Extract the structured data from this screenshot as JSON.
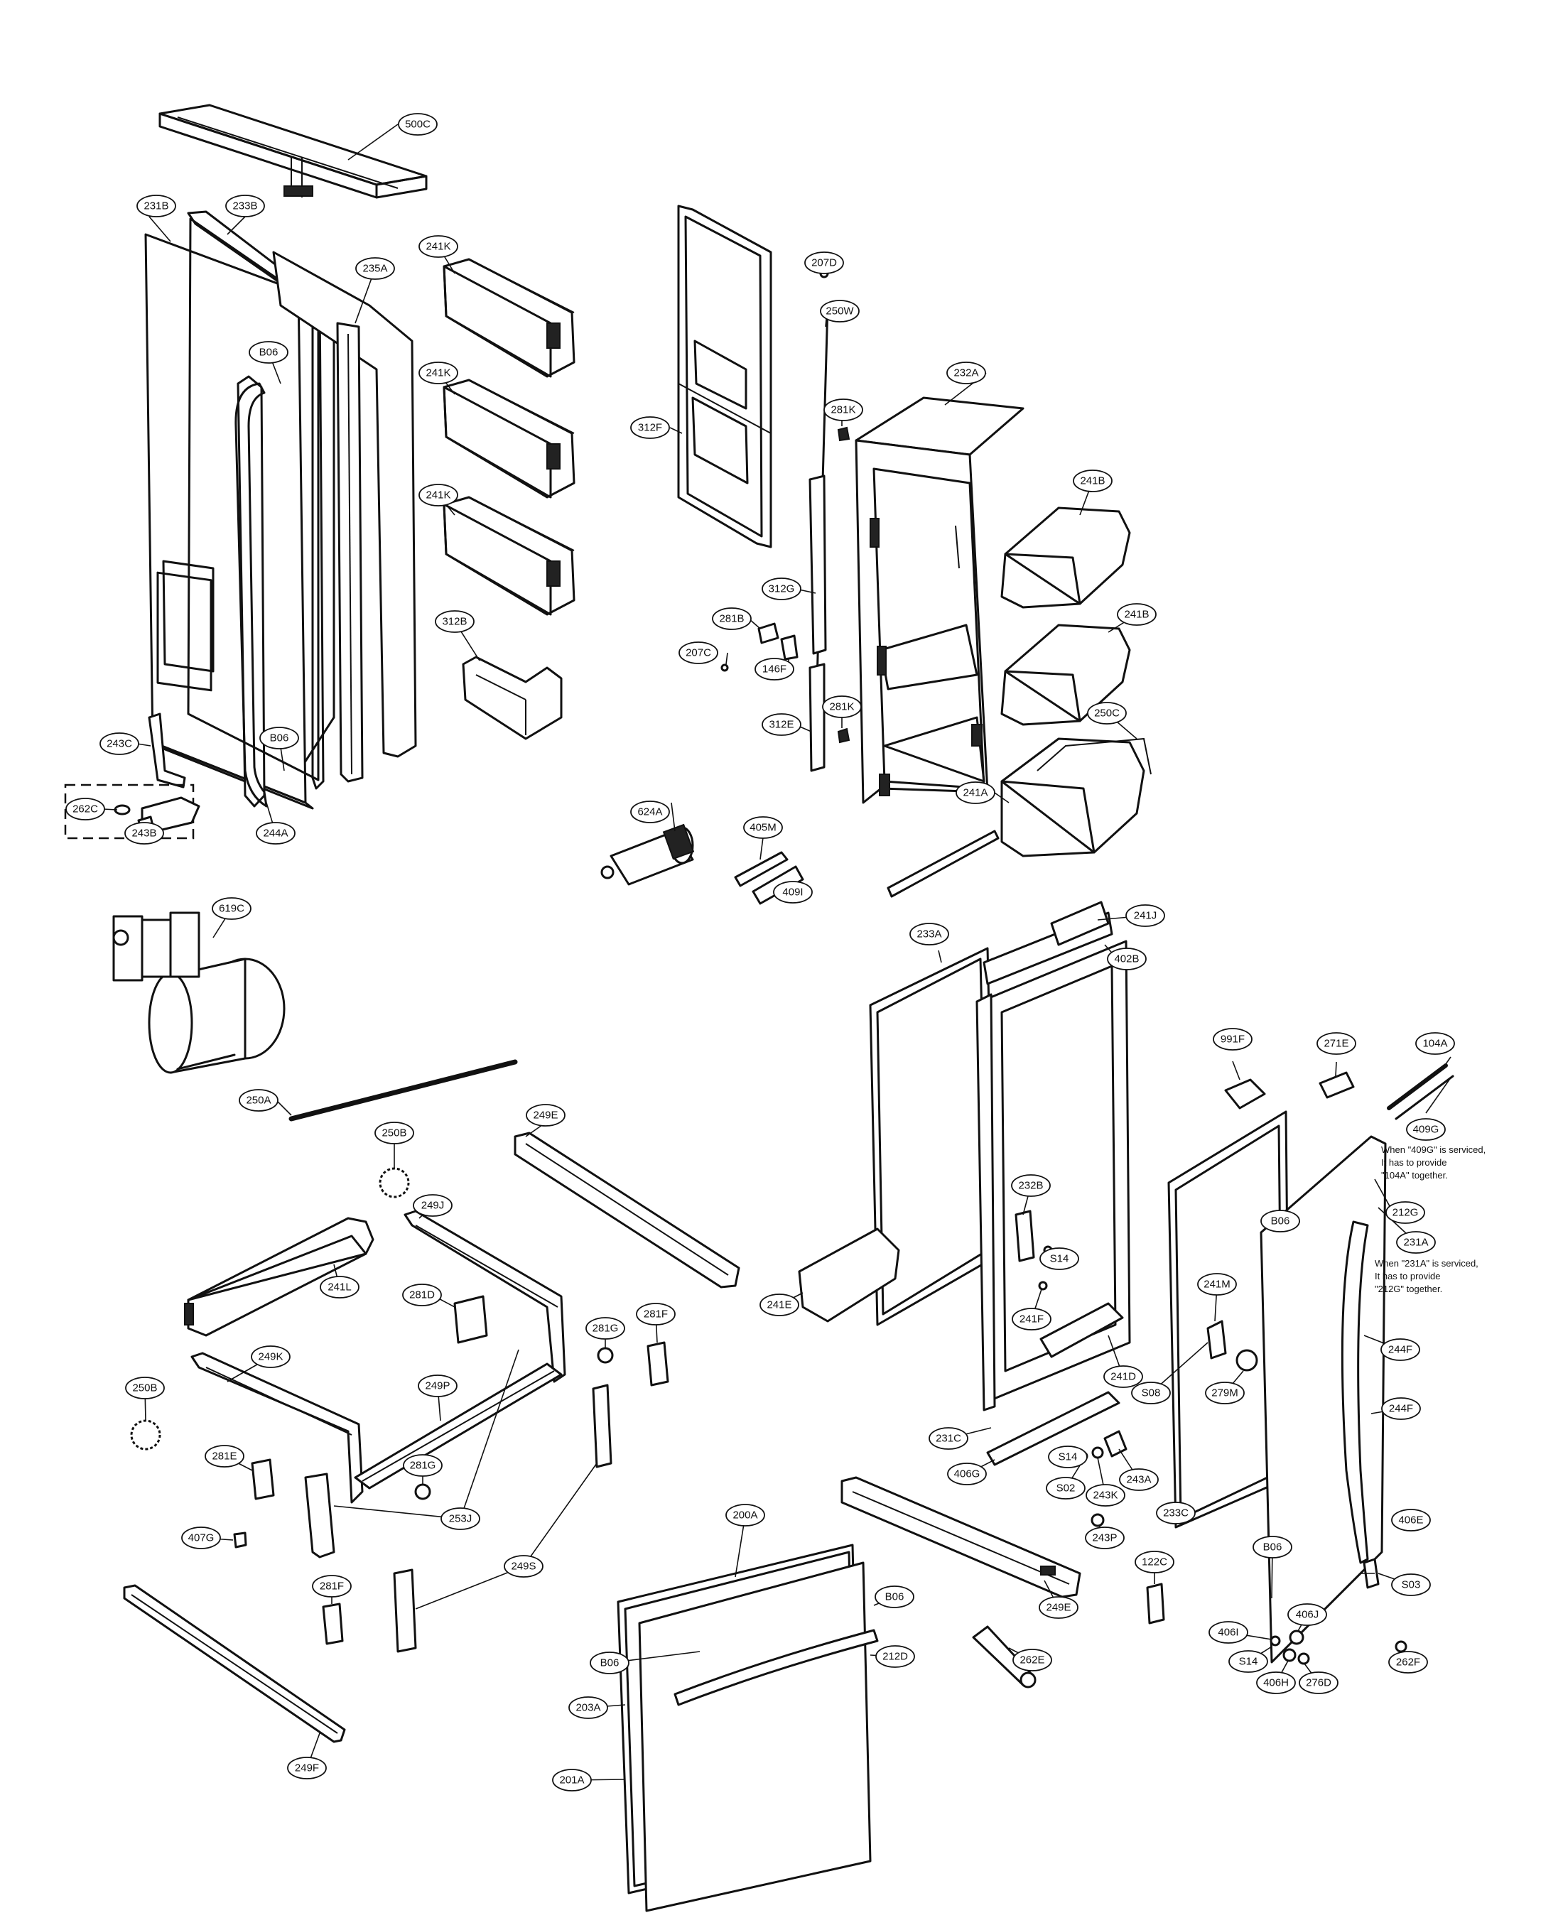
{
  "diagram": {
    "callouts": [
      {
        "id": "500C"
      },
      {
        "id": "231B"
      },
      {
        "id": "233B"
      },
      {
        "id": "235A"
      },
      {
        "id": "241K_1",
        "label": "241K"
      },
      {
        "id": "241K_2",
        "label": "241K"
      },
      {
        "id": "241K_3",
        "label": "241K"
      },
      {
        "id": "B06_1",
        "label": "B06"
      },
      {
        "id": "B06_2",
        "label": "B06"
      },
      {
        "id": "312B"
      },
      {
        "id": "243C"
      },
      {
        "id": "262C"
      },
      {
        "id": "243B"
      },
      {
        "id": "244A"
      },
      {
        "id": "207D"
      },
      {
        "id": "250W"
      },
      {
        "id": "232A"
      },
      {
        "id": "281K_1",
        "label": "281K"
      },
      {
        "id": "312F"
      },
      {
        "id": "241B_1",
        "label": "241B"
      },
      {
        "id": "241B_2",
        "label": "241B"
      },
      {
        "id": "312G"
      },
      {
        "id": "281B"
      },
      {
        "id": "207C"
      },
      {
        "id": "146F"
      },
      {
        "id": "281K_2",
        "label": "281K"
      },
      {
        "id": "312E"
      },
      {
        "id": "250C"
      },
      {
        "id": "241A"
      },
      {
        "id": "624A"
      },
      {
        "id": "405M"
      },
      {
        "id": "409I"
      },
      {
        "id": "619C"
      },
      {
        "id": "233A"
      },
      {
        "id": "241J"
      },
      {
        "id": "402B"
      },
      {
        "id": "991F"
      },
      {
        "id": "271E"
      },
      {
        "id": "104A"
      },
      {
        "id": "409G"
      },
      {
        "id": "250A"
      },
      {
        "id": "249E_1",
        "label": "249E"
      },
      {
        "id": "250B_1",
        "label": "250B"
      },
      {
        "id": "212G"
      },
      {
        "id": "B06_3",
        "label": "B06"
      },
      {
        "id": "231A"
      },
      {
        "id": "249J"
      },
      {
        "id": "232B"
      },
      {
        "id": "S14_1",
        "label": "S14"
      },
      {
        "id": "241M"
      },
      {
        "id": "241L"
      },
      {
        "id": "281D"
      },
      {
        "id": "241E"
      },
      {
        "id": "241F"
      },
      {
        "id": "281G_1",
        "label": "281G"
      },
      {
        "id": "281F_1",
        "label": "281F"
      },
      {
        "id": "249K"
      },
      {
        "id": "249P"
      },
      {
        "id": "250B_2",
        "label": "250B"
      },
      {
        "id": "241D"
      },
      {
        "id": "S08"
      },
      {
        "id": "279M"
      },
      {
        "id": "244F_1",
        "label": "244F"
      },
      {
        "id": "244F_2",
        "label": "244F"
      },
      {
        "id": "231C"
      },
      {
        "id": "406G"
      },
      {
        "id": "S14_2",
        "label": "S14"
      },
      {
        "id": "S02"
      },
      {
        "id": "243K"
      },
      {
        "id": "243A"
      },
      {
        "id": "233C"
      },
      {
        "id": "281E"
      },
      {
        "id": "281G_2",
        "label": "281G"
      },
      {
        "id": "253J"
      },
      {
        "id": "407G"
      },
      {
        "id": "249S"
      },
      {
        "id": "B06_4",
        "label": "B06"
      },
      {
        "id": "406E"
      },
      {
        "id": "243P"
      },
      {
        "id": "200A"
      },
      {
        "id": "B06_5",
        "label": "B06"
      },
      {
        "id": "122C"
      },
      {
        "id": "S03"
      },
      {
        "id": "281F_2",
        "label": "281F"
      },
      {
        "id": "249E_2",
        "label": "249E"
      },
      {
        "id": "406J"
      },
      {
        "id": "406I"
      },
      {
        "id": "B06_6",
        "label": "B06"
      },
      {
        "id": "212D"
      },
      {
        "id": "262E"
      },
      {
        "id": "S14_3",
        "label": "S14"
      },
      {
        "id": "262F"
      },
      {
        "id": "406H"
      },
      {
        "id": "276D"
      },
      {
        "id": "203A"
      },
      {
        "id": "249F"
      },
      {
        "id": "201A"
      }
    ],
    "notes": {
      "note_409g": [
        "When \"409G\" is serviced,",
        "It has to provide",
        "\"104A\" together."
      ],
      "note_231a": [
        "When \"231A\" is serviced,",
        "It has to provide",
        "\"212G\" together."
      ]
    }
  }
}
